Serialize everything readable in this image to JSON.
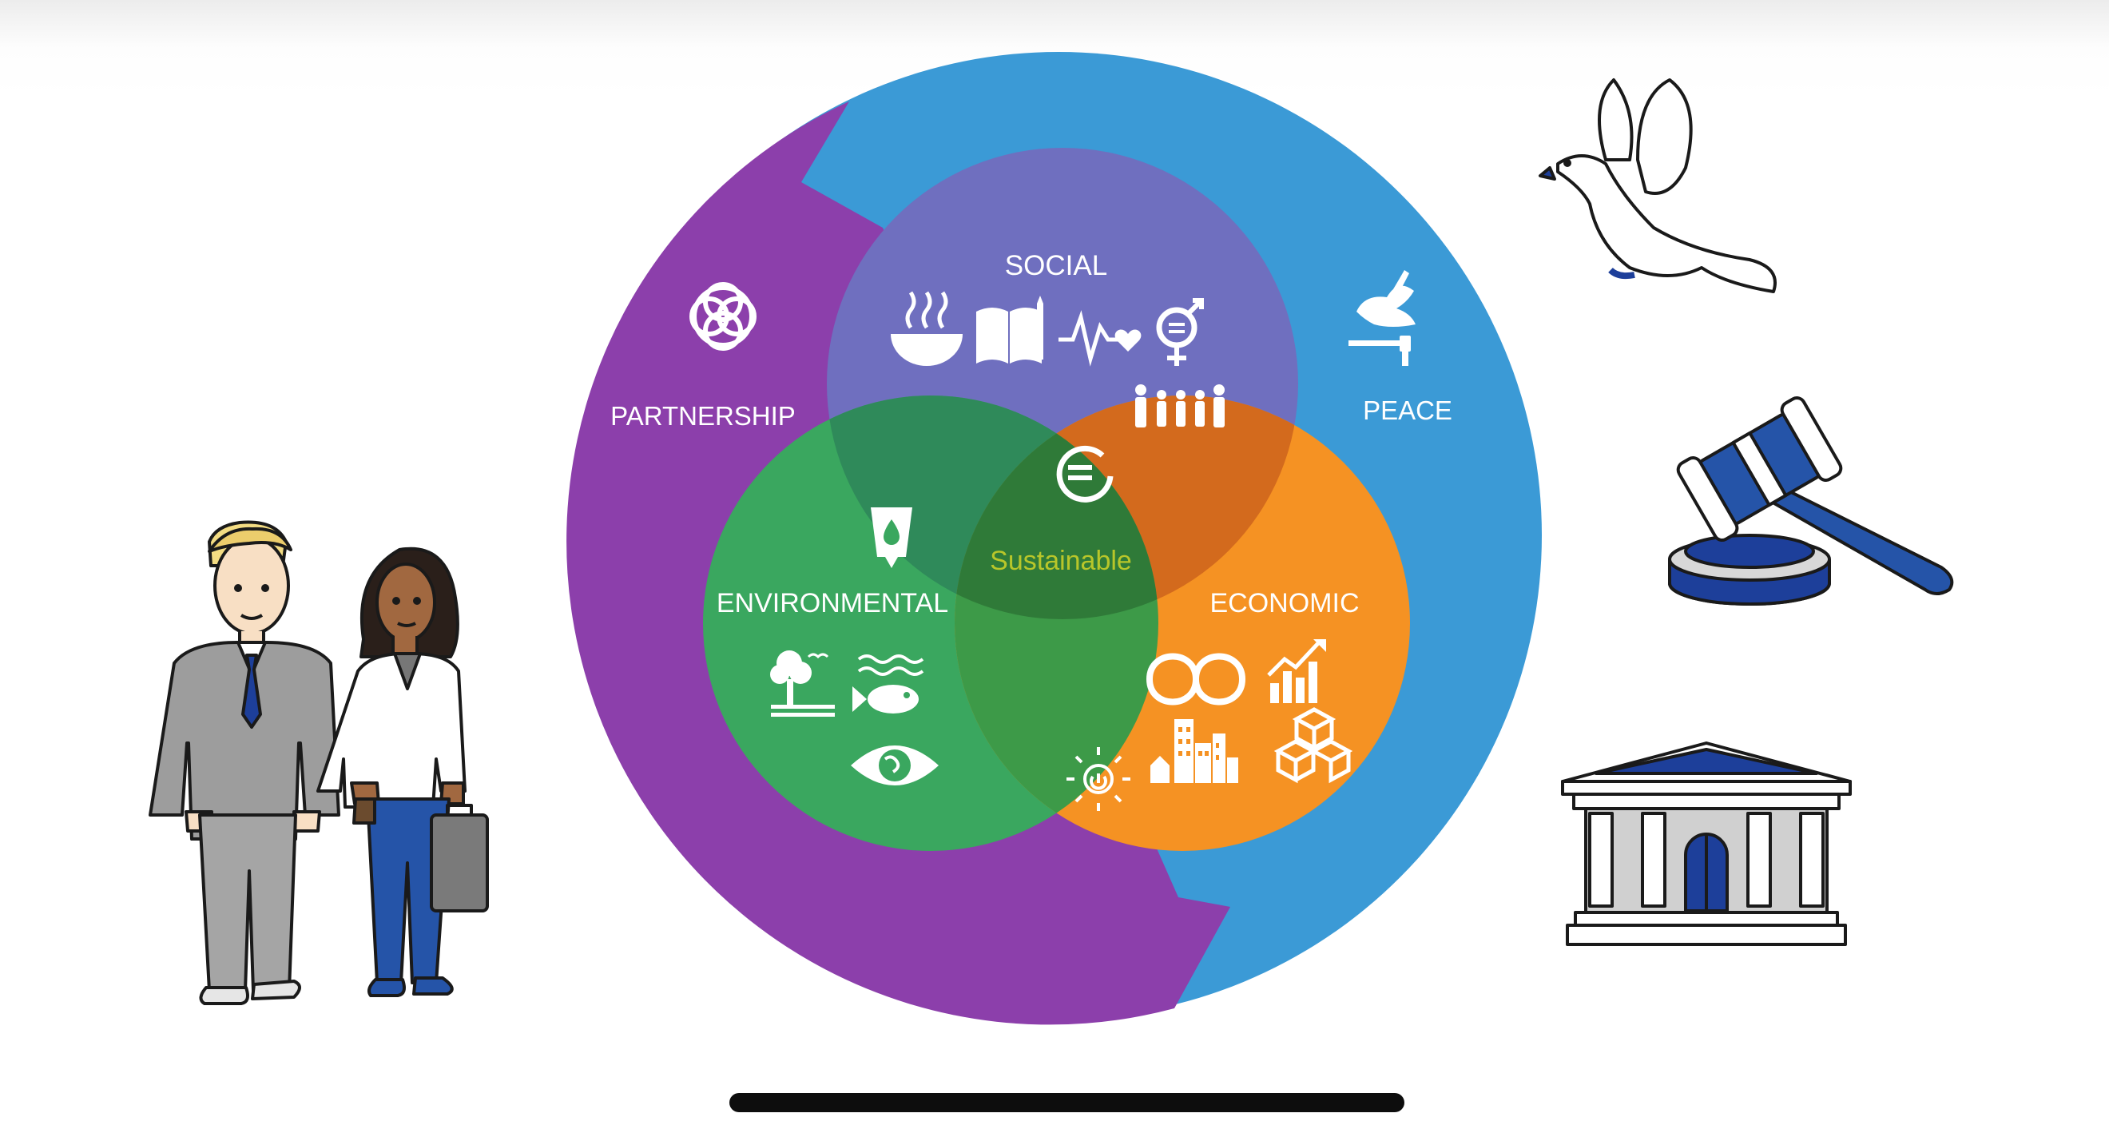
{
  "diagram": {
    "labels": {
      "social": "SOCIAL",
      "environmental": "ENVIRONMENTAL",
      "economic": "ECONOMIC",
      "partnership": "PARTNERSHIP",
      "peace": "PEACE",
      "center": "Sustainable"
    },
    "colors": {
      "partnership": "#8c3fab",
      "peace": "#3b9ad6",
      "social": "#6f6fbf",
      "environmental": "#3aa75f",
      "economic": "#f59223",
      "overlap_social_env": "#2f8a5a",
      "overlap_social_econ": "#d36a1d",
      "overlap_env_econ": "#3d9a48",
      "center": "#2f7a38",
      "center_text": "#b8c62a"
    },
    "icons": {
      "partnership": [
        "flower-rings-icon"
      ],
      "peace": [
        "dove-gavel-icon"
      ],
      "social": [
        "food-bowl-icon",
        "book-pencil-icon",
        "heartbeat-icon",
        "gender-equality-icon",
        "family-icon"
      ],
      "center": [
        "equality-circle-icon"
      ],
      "environmental": [
        "water-drop-glass-icon",
        "tree-bird-icon",
        "fish-waves-icon",
        "eye-globe-icon"
      ],
      "economic": [
        "infinity-icon",
        "growth-chart-icon",
        "city-buildings-icon",
        "cubes-icon",
        "sun-power-icon"
      ]
    }
  },
  "illustrations": [
    "business-people",
    "dove",
    "gavel",
    "institution-building"
  ]
}
